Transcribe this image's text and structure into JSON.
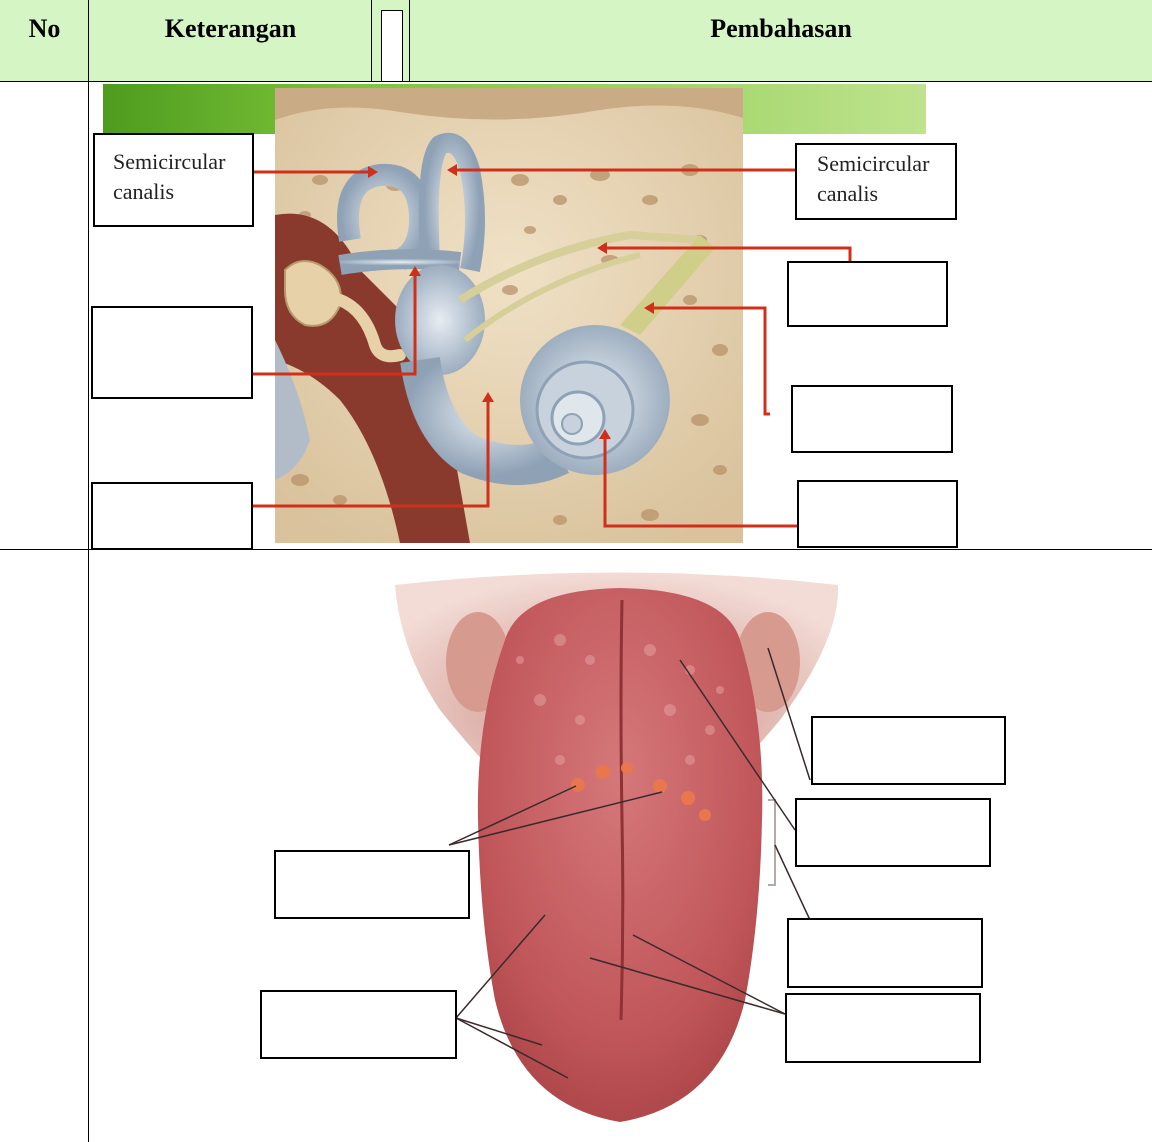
{
  "table": {
    "headers": {
      "no": "No",
      "keterangan": "Keterangan",
      "pembahasan": "Pembahasan"
    }
  },
  "ear_diagram": {
    "labels": [
      {
        "line1": "Semicircular",
        "line2": "canalis"
      },
      {
        "line1": "Semicircular",
        "line2": "canalis"
      },
      {
        "line1": "",
        "line2": ""
      },
      {
        "line1": "",
        "line2": ""
      },
      {
        "line1": "",
        "line2": ""
      },
      {
        "line1": "",
        "line2": ""
      },
      {
        "line1": "",
        "line2": ""
      }
    ],
    "colors": {
      "leader_line": "#d0301a",
      "bone": "#e7d3b4",
      "labyrinth": "#a9b9c9",
      "canal": "#8a3a2c"
    }
  },
  "tongue_diagram": {
    "labels": [
      {
        "text": ""
      },
      {
        "text": ""
      },
      {
        "text": ""
      },
      {
        "text": ""
      },
      {
        "text": ""
      },
      {
        "text": ""
      }
    ],
    "colors": {
      "tongue": "#c2595a",
      "leader_line": "#3a2a2a"
    }
  },
  "banner": {
    "color": "#6fb52c"
  }
}
